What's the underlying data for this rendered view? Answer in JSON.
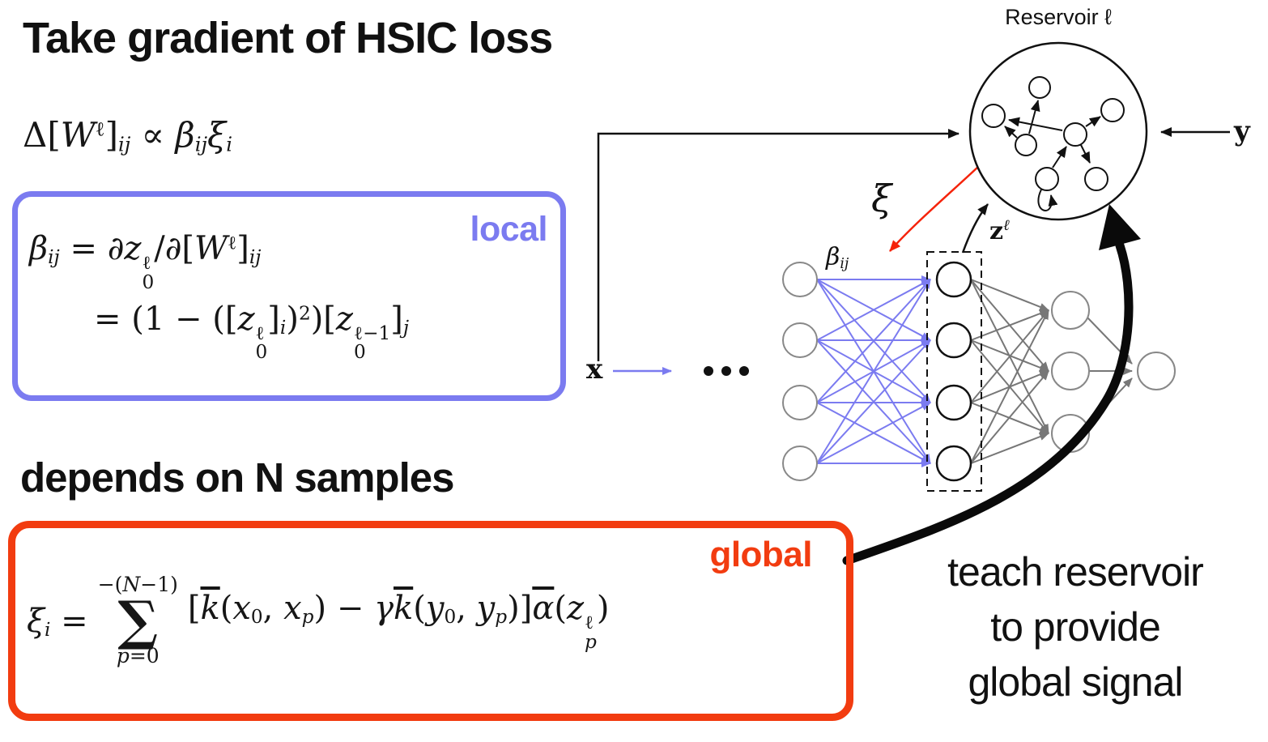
{
  "slide": {
    "title": "Take gradient of HSIC loss",
    "delta_formula": "Δ[<i>W</i><sup>ℓ</sup>]<sub><i>ij</i></sub> ∝ <i>β</i><sub><i>ij</i></sub><i>ξ</i><sub><i>i</i></sub>",
    "local_box": {
      "label": "local",
      "line1": "<i>β</i><sub><i>ij</i></sub> = <i>∂z</i><span class='ss'><span>ℓ</span><span>0</span></span>/<i>∂</i>[<i>W</i><sup>ℓ</sup>]<sub><i>ij</i></sub>",
      "line2": "= (1 − ([<i>z</i><span class='ss'><span>ℓ</span><span>0</span></span>]<sub><i>i</i></sub>)<sup>2</sup>)[<i>z</i><span class='ss'><span>ℓ−1</span><span>0</span></span>]<sub><i>j</i></sub>"
    },
    "depends_text": "depends on N samples",
    "global_box": {
      "label": "global",
      "lhs": "<i>ξ</i><sub><i>i</i></sub> =",
      "sum_upper": "−(<i>N</i>−1)",
      "sigma": "∑",
      "sum_lower": "<i>p</i>=0",
      "rhs": "[<span class='ob'><i>k</i></span>(<i>x</i><sub>0</sub>, <i>x</i><sub><i>p</i></sub>) − <i>γ</i><span class='ob'><i>k</i></span>(<i>y</i><sub>0</sub>, <i>y</i><sub><i>p</i></sub>)]<span class='ob'><i>α</i></span>(<i>z</i><span class='ss'><span>ℓ</span><span><i>p</i></span></span>)"
    },
    "teach_note": {
      "line1": "teach reservoir",
      "line2": "to provide",
      "line3": "global signal"
    }
  },
  "diagram": {
    "reservoir_label": "Reservoir ℓ",
    "x_label": "x",
    "y_label": "y",
    "xi_label": "ξ",
    "beta_label": "<i>β</i><sub><i>ij</i></sub>",
    "z_label": "<b>z</b><sup>ℓ</sup>"
  },
  "colors": {
    "accent_blue": "#7b7bf0",
    "accent_red": "#f23c10",
    "red_arrow": "#f5230a",
    "edge_gray": "#777777",
    "node_gray": "#888888",
    "ink": "#111111"
  }
}
